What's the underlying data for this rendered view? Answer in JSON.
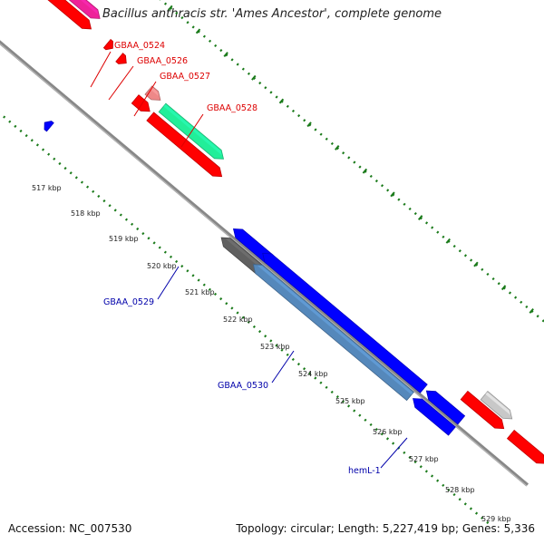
{
  "title": "Bacillus anthracis str. 'Ames Ancestor', complete genome",
  "footer": {
    "accession": "Accession: NC_007530",
    "stats": "Topology: circular; Length: 5,227,419 bp; Genes: 5,336"
  },
  "colors": {
    "forward_cds": "#ff0000",
    "reverse_cds": "#0000ff",
    "backbone": "#888888",
    "ticks": "#1a7a1a",
    "forward_label": "#dd0000",
    "reverse_label": "#0000aa"
  },
  "scale_ticks": [
    "517 kbp",
    "518 kbp",
    "519 kbp",
    "520 kbp",
    "521 kbp",
    "522 kbp",
    "523 kbp",
    "524 kbp",
    "525 kbp",
    "526 kbp",
    "527 kbp",
    "528 kbp",
    "529 kbp"
  ],
  "gene_labels": {
    "forward": [
      "GBAA_0524",
      "GBAA_0526",
      "GBAA_0527",
      "GBAA_0528"
    ],
    "reverse": [
      "GBAA_0529",
      "GBAA_0530",
      "hemL-1"
    ]
  },
  "feature_colors": {
    "magenta": "#ee2299",
    "pink": "#ee8888",
    "teal": "#22ee99",
    "darkgray": "#606060",
    "steelblue": "#5588bb",
    "lightgray": "#c8c8c8",
    "red": "#ff0000",
    "blue": "#0000ff"
  }
}
